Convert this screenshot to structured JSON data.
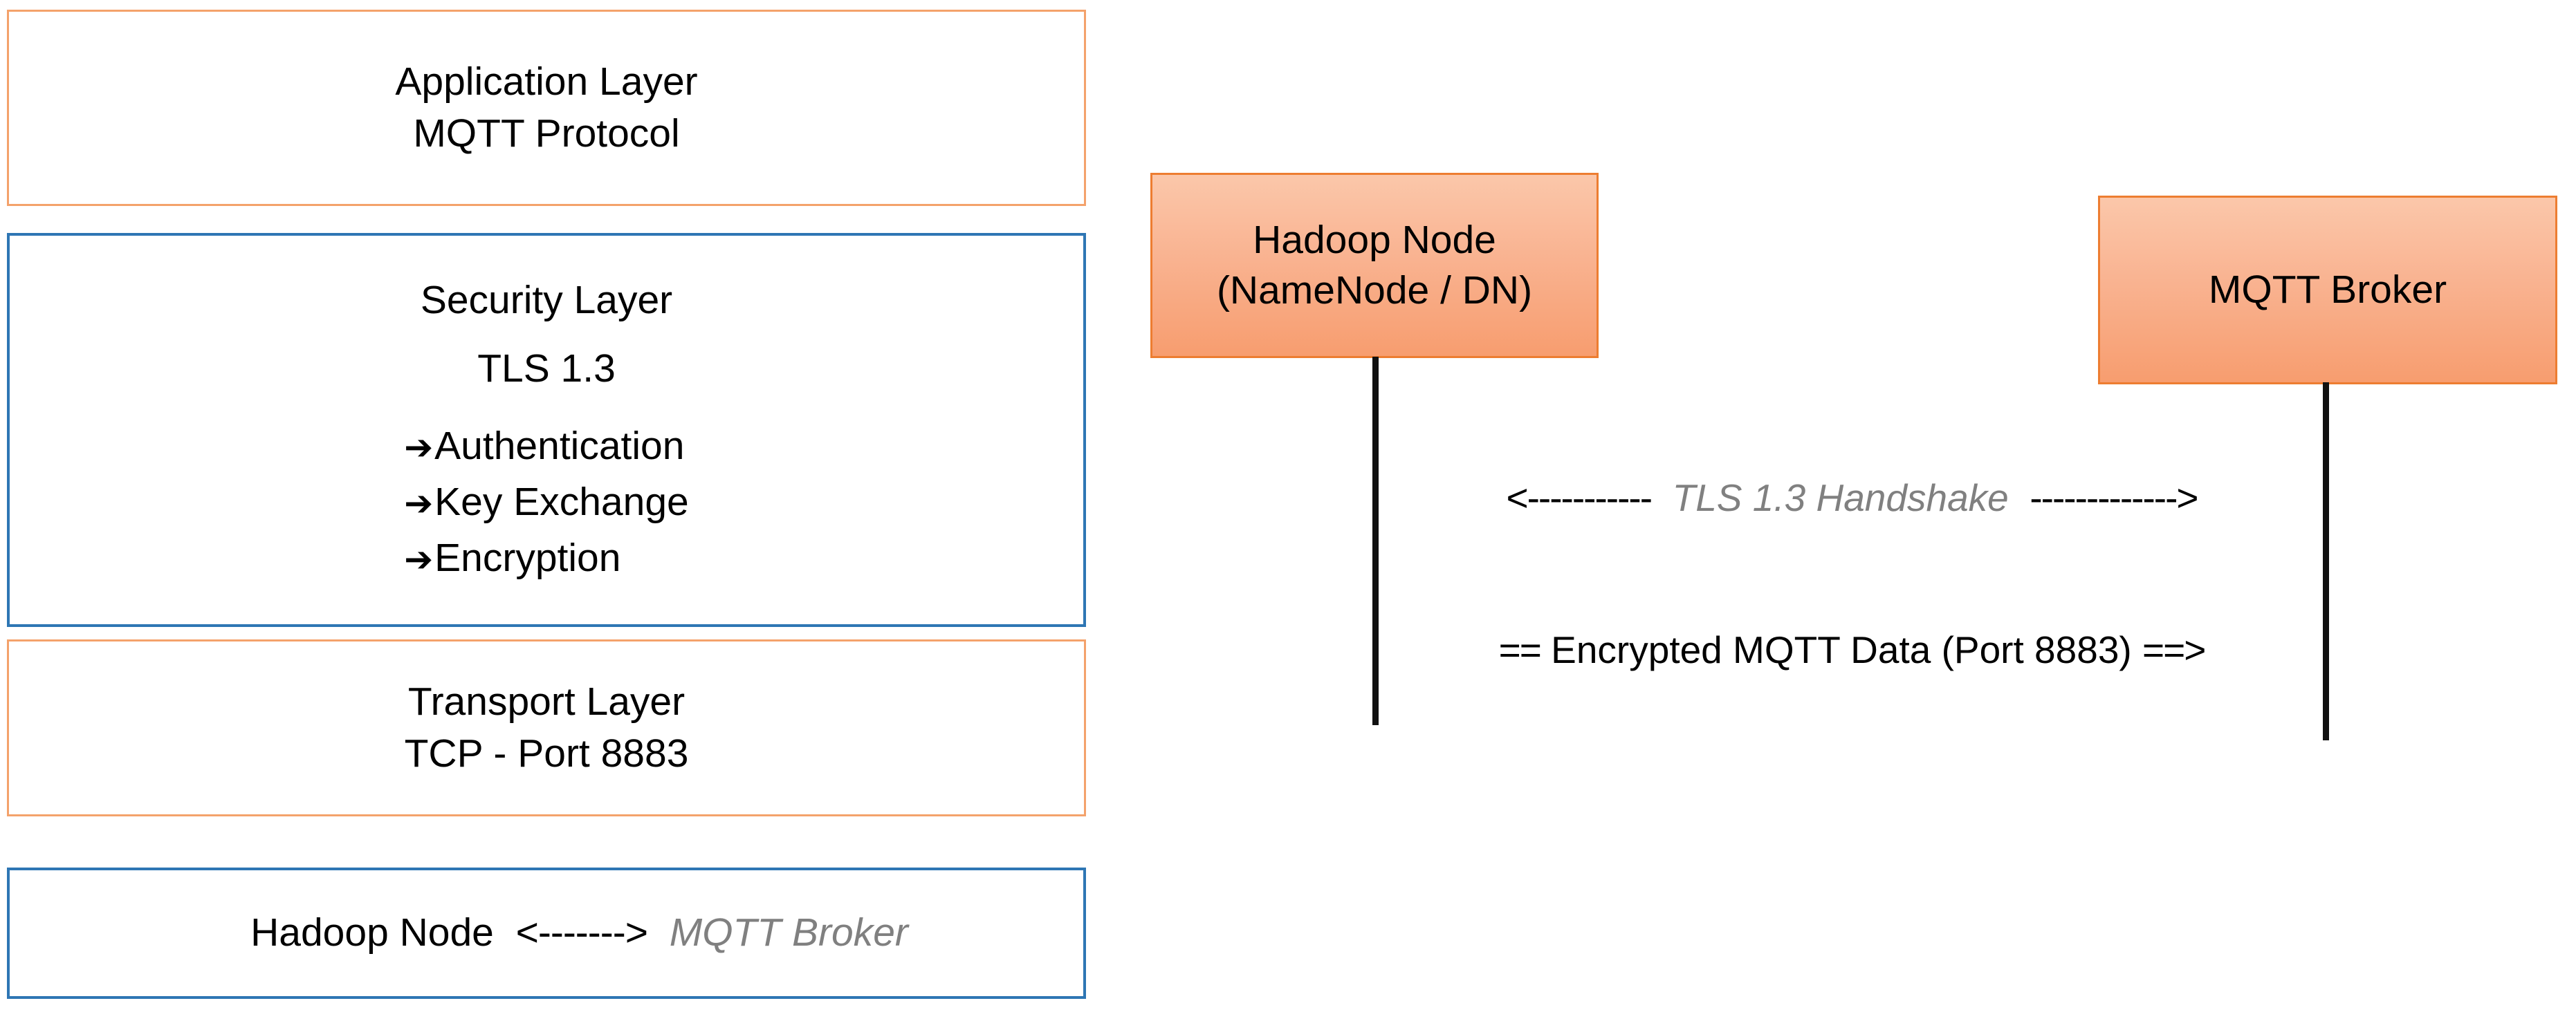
{
  "colors": {
    "orange_border": "#F4A26B",
    "blue_border": "#2E76B4",
    "node_border": "#ED7D31",
    "node_fill_top": "#FBC7AA",
    "node_fill_bottom": "#F79D6F",
    "gray_text": "#808080",
    "black_text": "#000000"
  },
  "left_stack": {
    "application_layer": {
      "title": "Application Layer",
      "subtitle": "MQTT Protocol"
    },
    "security_layer": {
      "title": "Security Layer",
      "version": "TLS 1.3",
      "bullets": [
        {
          "arrow": "arrow-right-icon",
          "glyph": "➔",
          "label": "Authentication"
        },
        {
          "arrow": "arrow-right-icon",
          "glyph": "➔",
          "label": "Key Exchange"
        },
        {
          "arrow": "arrow-right-icon",
          "glyph": "➔",
          "label": "Encryption"
        }
      ]
    },
    "transport_layer": {
      "title": "Transport Layer",
      "subtitle": "TCP - Port 8883"
    },
    "connection_summary": {
      "left_endpoint": "Hadoop Node",
      "arrow": "<------->",
      "right_endpoint": "MQTT Broker"
    }
  },
  "sequence_diagram": {
    "participants": [
      {
        "name": "hadoop-node",
        "label": "Hadoop Node\n(NameNode / DN)"
      },
      {
        "name": "mqtt-broker",
        "label": "MQTT Broker"
      }
    ],
    "messages": [
      {
        "name": "tls-handshake-message",
        "left_arrow": "<-----------",
        "label": "TLS 1.3 Handshake",
        "right_arrow": "------------->",
        "label_style": "gray-italic",
        "direction": "bidirectional"
      },
      {
        "name": "encrypted-data-message",
        "left_arrow": "==",
        "label": " Encrypted MQTT Data (Port 8883) ",
        "right_arrow": "==>",
        "label_style": "black",
        "direction": "left-to-right"
      }
    ]
  }
}
